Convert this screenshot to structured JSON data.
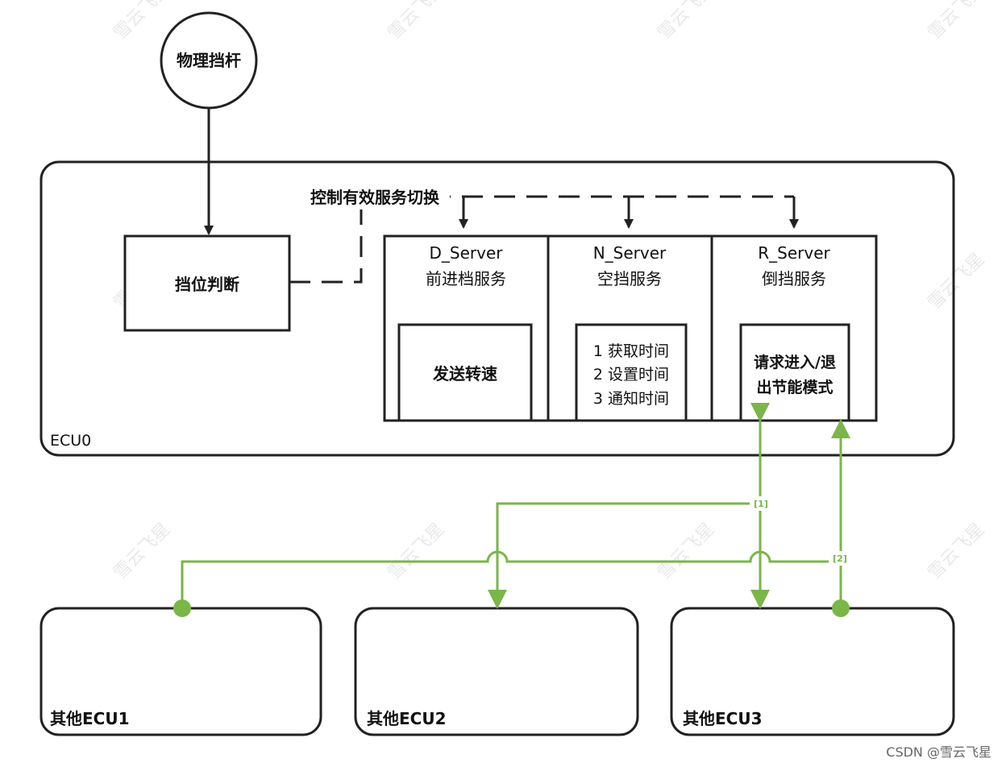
{
  "nodes": {
    "lever": "物理挡杆",
    "judge": "挡位判断",
    "switch_label": "控制有效服务切换",
    "ecu0": "ECU0",
    "d_server": {
      "title": "D_Server",
      "subtitle": "前进档服务",
      "inner": "发送转速"
    },
    "n_server": {
      "title": "N_Server",
      "subtitle": "空挡服务",
      "inner": [
        "1 获取时间",
        "2 设置时间",
        "3 通知时间"
      ]
    },
    "r_server": {
      "title": "R_Server",
      "subtitle": "倒挡服务",
      "inner": [
        "请求进入/退",
        "出节能模式"
      ]
    },
    "ecu1": "其他ECU1",
    "ecu2": "其他ECU2",
    "ecu3": "其他ECU3"
  },
  "connections": {
    "label_1": "[1]",
    "label_2": "[2]"
  },
  "colors": {
    "stroke": "#222222",
    "green": "#7ab648",
    "watermark": "#e9e9e9"
  },
  "watermark": "雪云飞星",
  "credit": "CSDN @雪云飞星"
}
